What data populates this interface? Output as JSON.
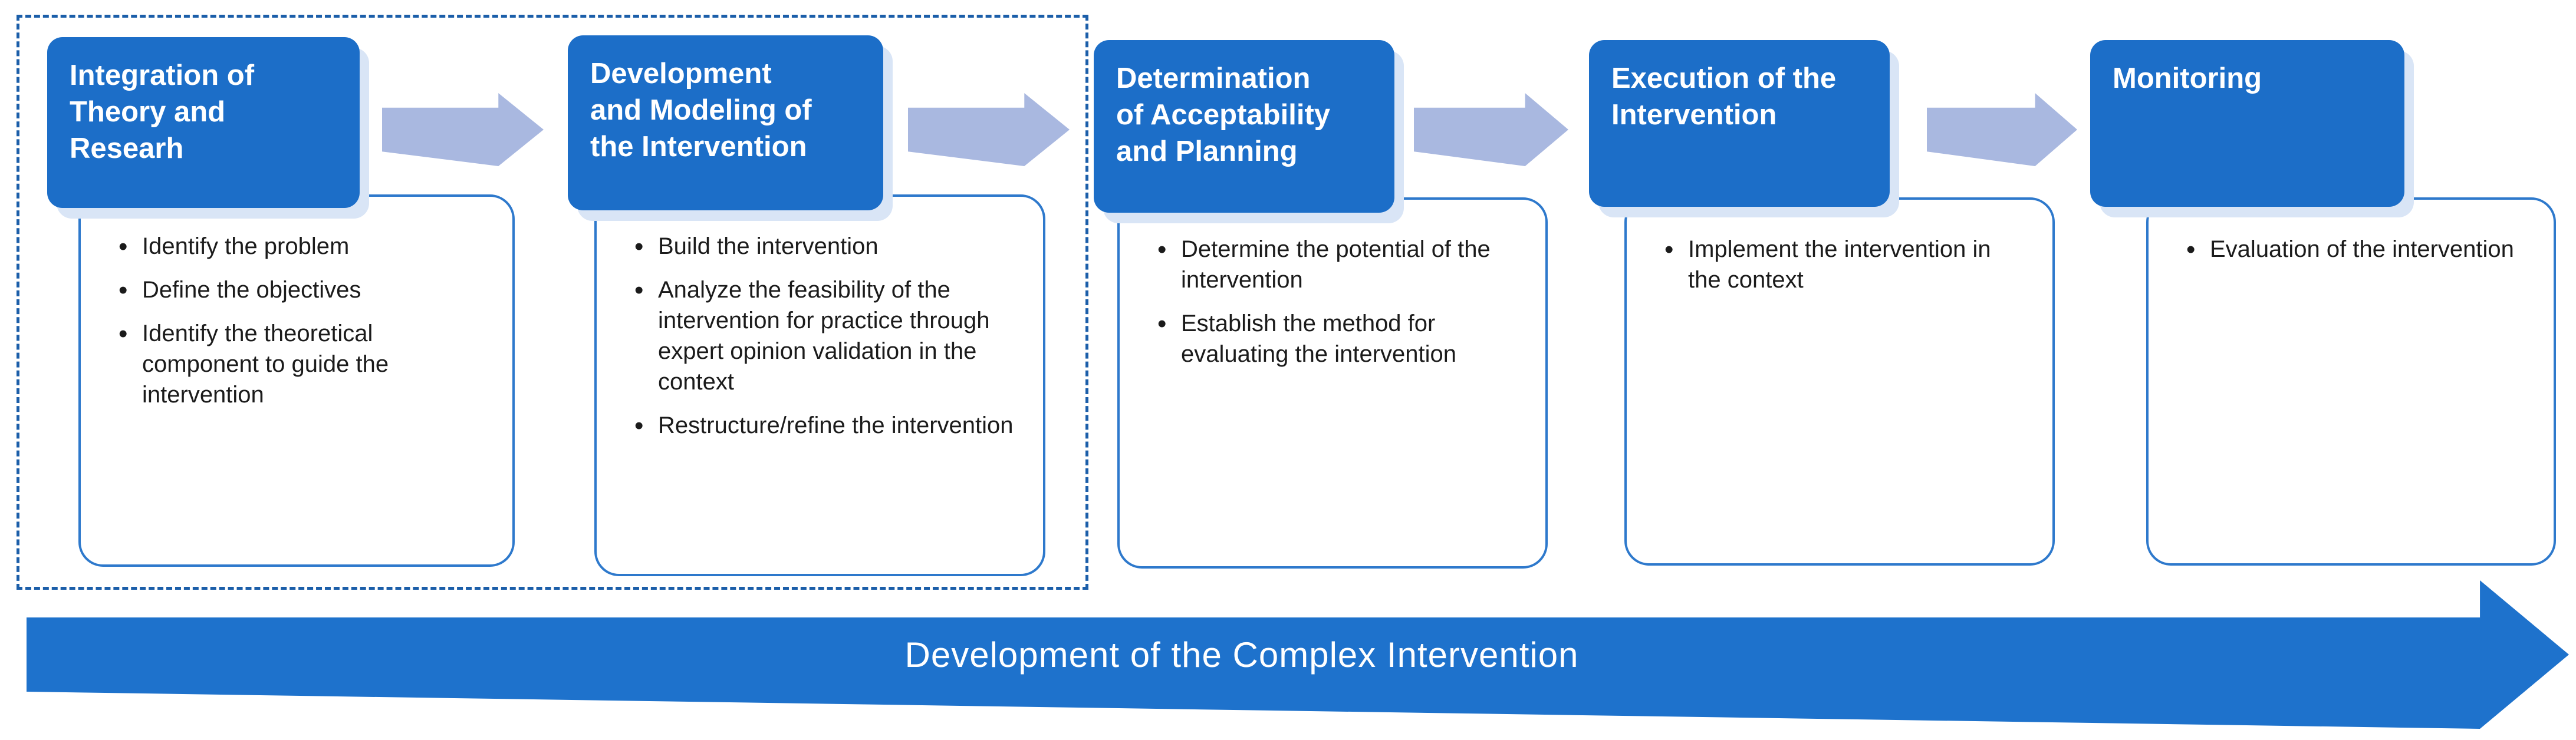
{
  "diagram": {
    "stages": [
      {
        "title": "Integration of Theory and Researh",
        "title_lines": [
          "Integration of",
          "Theory and",
          "Researh"
        ],
        "bullets": [
          "Identify the problem",
          "Define the objectives",
          "Identify the theoretical component to guide the intervention"
        ]
      },
      {
        "title": "Development and Modeling of the Intervention",
        "title_lines": [
          "Development",
          "and Modeling of",
          "the Intervention"
        ],
        "bullets": [
          "Build the intervention",
          "Analyze the feasibility of the intervention for practice through expert opinion validation in the context",
          "Restructure/refine the intervention"
        ]
      },
      {
        "title": "Determination of Acceptability and Planning",
        "title_lines": [
          "Determination",
          "of Acceptability",
          "and Planning"
        ],
        "bullets": [
          "Determine the potential of the intervention",
          "Establish the method for evaluating the intervention"
        ]
      },
      {
        "title": "Execution of the Intervention",
        "title_lines": [
          "Execution of the",
          "Intervention"
        ],
        "bullets": [
          "Implement the intervention in the context"
        ]
      },
      {
        "title": "Monitoring",
        "title_lines": [
          "Monitoring"
        ],
        "bullets": [
          "Evaluation of the intervention"
        ]
      }
    ],
    "grouping": {
      "dashed_box_encloses": "stages 1-2"
    },
    "bottom_arrow_label": "Development of the Complex Intervention",
    "colors": {
      "header_blue": "#1C6EC8",
      "flow_arrow_blue": "#A9B8E0",
      "box_border_blue": "#2E79CC",
      "dashed_border_blue": "#1B5EA9",
      "bottom_arrow_blue": "#1E72CC",
      "bullet_text": "#1B1B1B"
    }
  }
}
